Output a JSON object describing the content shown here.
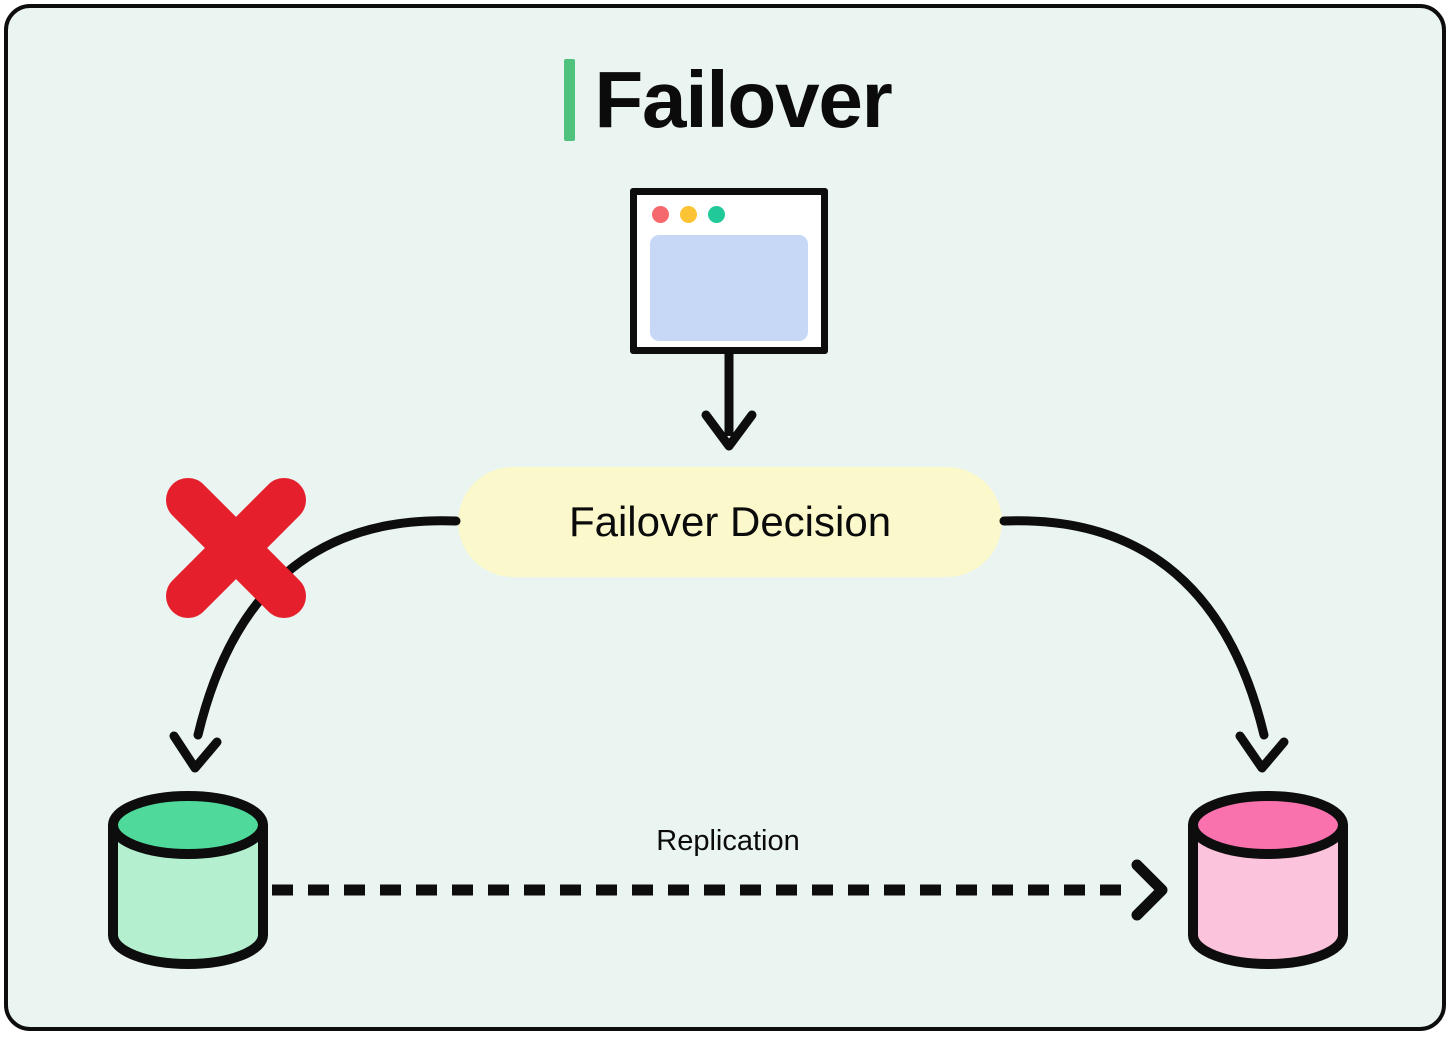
{
  "panel": {
    "background_color": "#EAF4F1",
    "border_color": "#0d0d0d"
  },
  "title": {
    "text": "Failover",
    "accent_color": "#4FC27D"
  },
  "browser_window": {
    "name": "application-window",
    "dots": [
      {
        "name": "window-close-dot",
        "color": "#F5686E"
      },
      {
        "name": "window-minimize-dot",
        "color": "#FCC434"
      },
      {
        "name": "window-maximize-dot",
        "color": "#20C997"
      }
    ],
    "content_color": "#C7D8F7"
  },
  "decision": {
    "label": "Failover Decision",
    "fill_color": "#FBF8CC"
  },
  "failure_marker": {
    "name": "red-x-icon",
    "color": "#E5202C",
    "meaning": "failed-path"
  },
  "databases": [
    {
      "name": "primary-database",
      "side": "left",
      "body_color": "#B4F0D0",
      "top_color": "#4FD99A"
    },
    {
      "name": "standby-database",
      "side": "right",
      "body_color": "#FBC3DC",
      "top_color": "#F972AD"
    }
  ],
  "connections": [
    {
      "name": "app-to-decision-arrow",
      "style": "solid",
      "direction": "down"
    },
    {
      "name": "decision-to-primary-arrow",
      "style": "solid-curved",
      "direction": "down-left"
    },
    {
      "name": "decision-to-standby-arrow",
      "style": "solid-curved",
      "direction": "down-right"
    },
    {
      "name": "replication-arrow",
      "style": "dashed",
      "direction": "right",
      "label": "Replication"
    }
  ],
  "replication": {
    "label": "Replication"
  }
}
